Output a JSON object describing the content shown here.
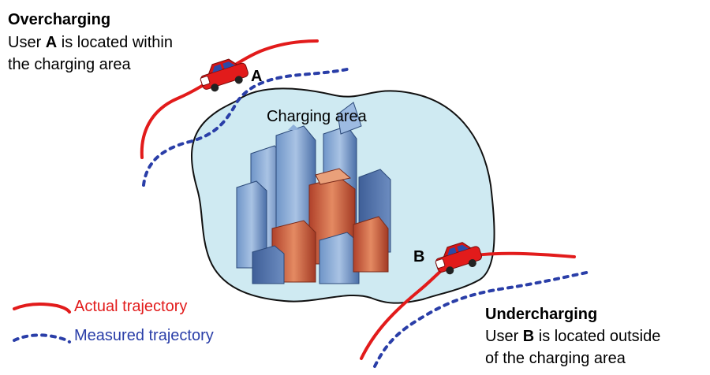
{
  "overcharging": {
    "title": "Overcharging",
    "line1_pre": "User ",
    "user": "A",
    "line1_post": " is located within",
    "line2": "the charging area"
  },
  "undercharging": {
    "title": "Undercharging",
    "line1_pre": "User ",
    "user": "B",
    "line1_post": " is located outside",
    "line2": "of the charging area"
  },
  "area_label": "Charging area",
  "car_labels": {
    "a": "A",
    "b": "B"
  },
  "legend": {
    "actual": "Actual trajectory",
    "measured": "Measured trajectory"
  },
  "colors": {
    "actual": "#e21b1b",
    "measured": "#2a3ea8",
    "area_fill": "#cfeaf2",
    "area_stroke": "#111111"
  }
}
